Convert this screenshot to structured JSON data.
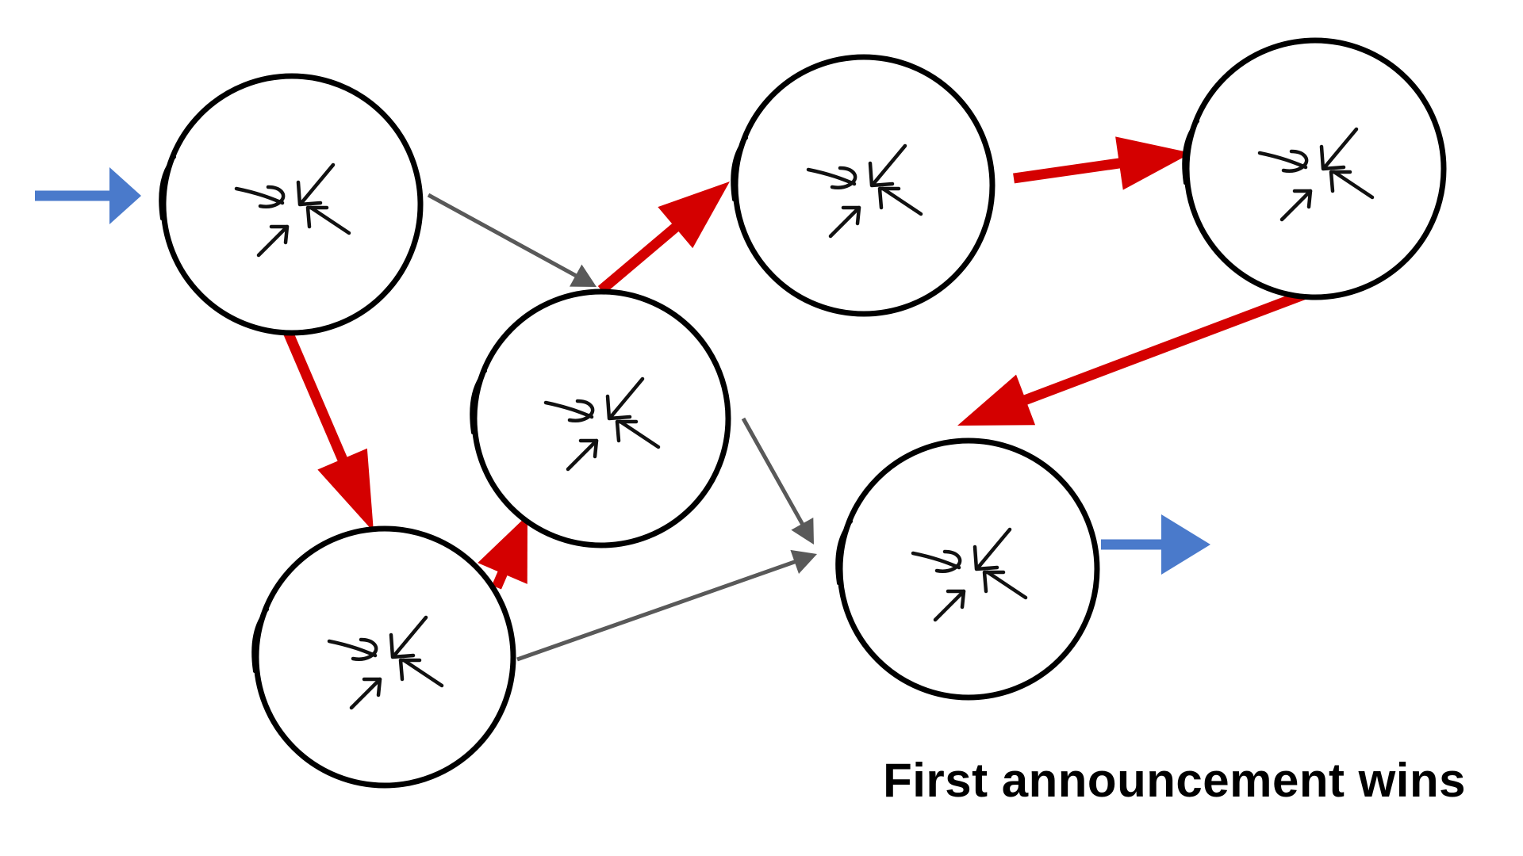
{
  "caption": "First announcement wins",
  "colors": {
    "winning_path": "#d40000",
    "other_links": "#595959",
    "entry_exit": "#4a7acb",
    "node_outline": "#000000",
    "background": "#ffffff"
  },
  "node_icon": "inward-arrows-icon",
  "nodes": [
    {
      "id": "n1"
    },
    {
      "id": "n2"
    },
    {
      "id": "n3"
    },
    {
      "id": "n4"
    },
    {
      "id": "n5"
    },
    {
      "id": "n6"
    },
    {
      "id": "n7"
    }
  ],
  "edges": [
    {
      "from": "input",
      "to": "n1",
      "kind": "entry"
    },
    {
      "from": "n1",
      "to": "n3",
      "kind": "gray"
    },
    {
      "from": "n1",
      "to": "n2",
      "kind": "red"
    },
    {
      "from": "n2",
      "to": "n3",
      "kind": "red"
    },
    {
      "from": "n3",
      "to": "n4",
      "kind": "red"
    },
    {
      "from": "n4",
      "to": "n5",
      "kind": "red"
    },
    {
      "from": "n5",
      "to": "n6",
      "kind": "red"
    },
    {
      "from": "n3",
      "to": "n6",
      "kind": "gray"
    },
    {
      "from": "n2",
      "to": "n6",
      "kind": "gray"
    },
    {
      "from": "n6",
      "to": "output",
      "kind": "exit"
    }
  ]
}
